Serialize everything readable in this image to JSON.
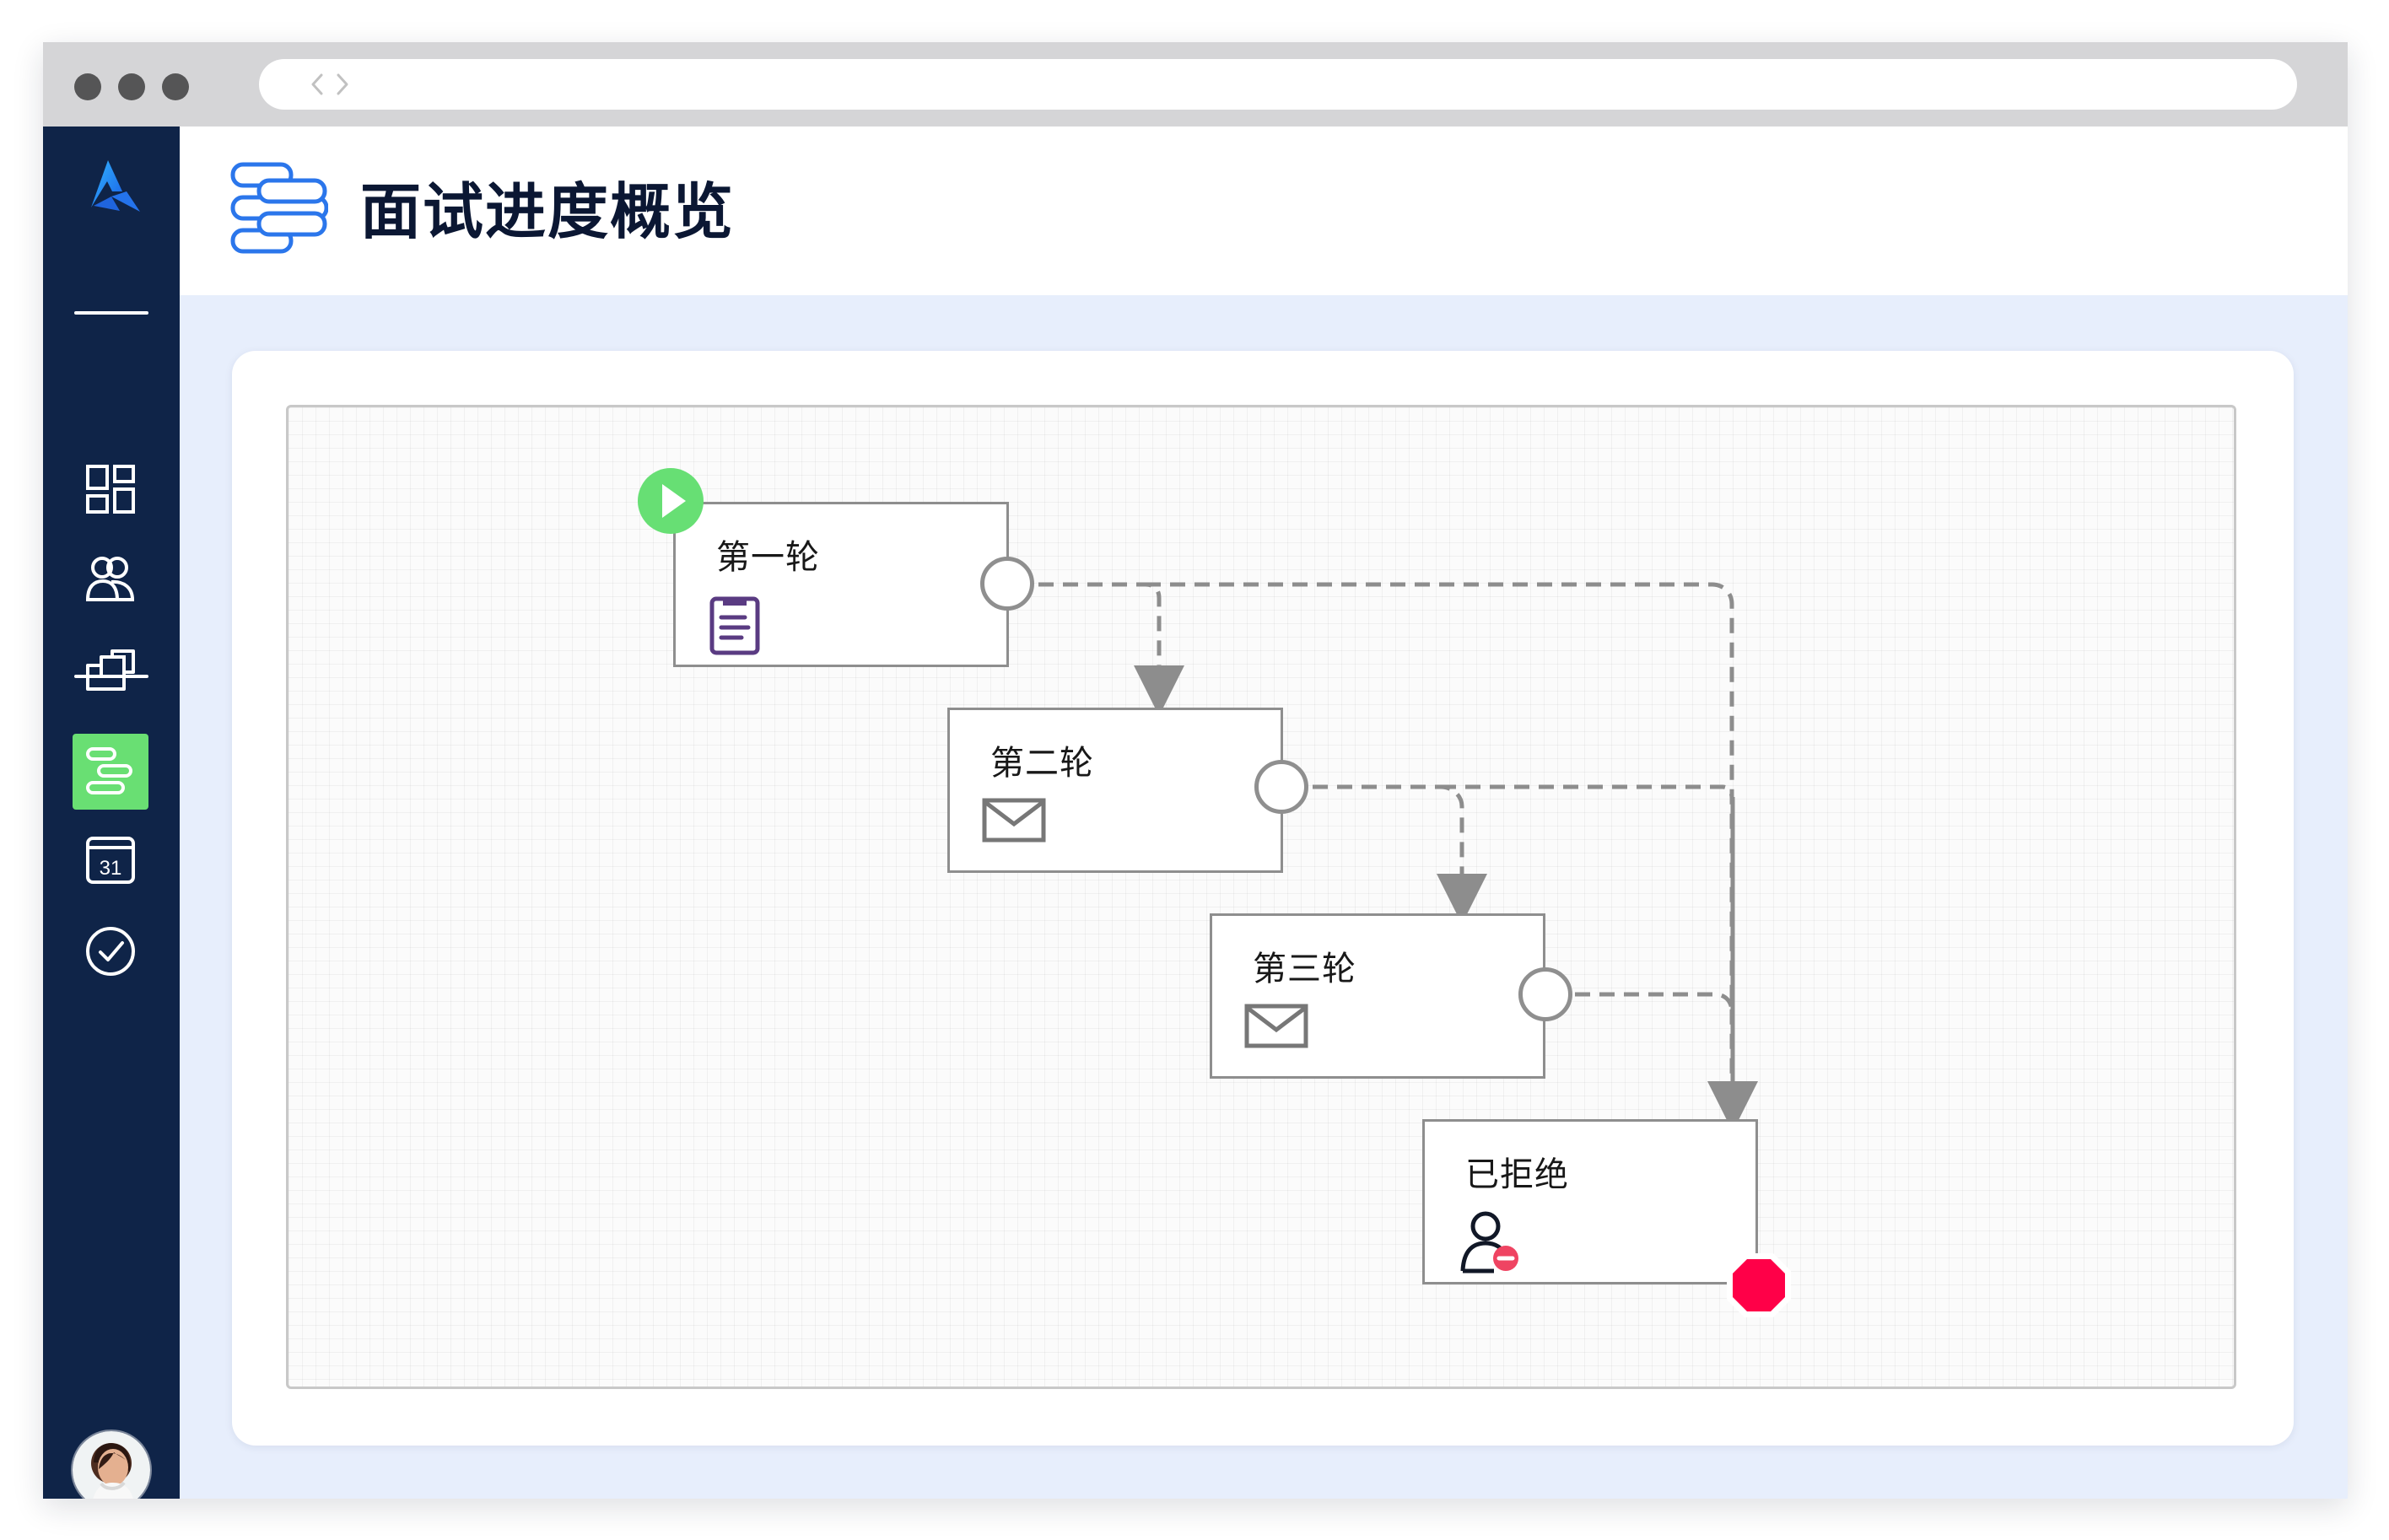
{
  "app": {
    "title": "面试进度概览"
  },
  "colors": {
    "sidebar_background": "#0f2448",
    "active_navigation": "#69df73",
    "page_background": "#e7eefc",
    "node_border": "#8e8e8e",
    "connector_line": "#8d8d8d",
    "start_marker": "#67df74",
    "stop_marker": "#ff0048",
    "brand_blue": "#2d6fe8"
  },
  "sidebar": {
    "items": [
      {
        "name": "dashboard-icon"
      },
      {
        "name": "candidates-icon"
      },
      {
        "name": "jobs-icon"
      },
      {
        "name": "interview-flow-icon"
      },
      {
        "name": "calendar-icon",
        "label": "31"
      },
      {
        "name": "check-circle-icon"
      }
    ]
  },
  "workflow": {
    "nodes": [
      {
        "label": "第一轮",
        "icon": "clipboard-icon"
      },
      {
        "label": "第二轮",
        "icon": "envelope-icon"
      },
      {
        "label": "第三轮",
        "icon": "envelope-icon"
      },
      {
        "label": "已拒绝",
        "icon": "rejected-user-icon"
      }
    ],
    "markers": {
      "start": "play-icon",
      "end": "stop-octagon-icon"
    }
  }
}
